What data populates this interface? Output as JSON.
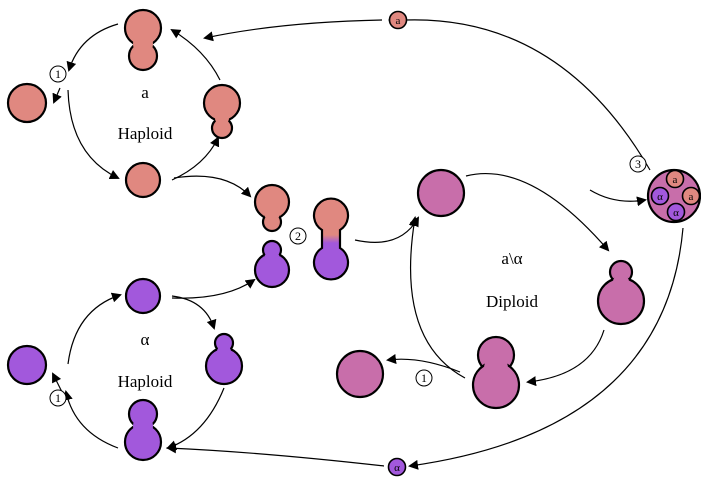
{
  "colors": {
    "haploid_a": "#E08880",
    "haploid_alpha": "#A258DC",
    "diploid": "#C86EAA",
    "outline": "#000000",
    "background": "#FFFFFF"
  },
  "labels": {
    "a_mating_type": "a",
    "a_phase": "Haploid",
    "alpha_mating_type": "α",
    "alpha_phase": "Haploid",
    "diploid_mating_type": "a\\α",
    "diploid_phase": "Diploid"
  },
  "steps": {
    "budding": "1",
    "mating": "2",
    "meiosis": "3"
  },
  "spores": {
    "a": "a",
    "alpha": "α",
    "tetrad": [
      "a",
      "α",
      "a",
      "α"
    ]
  }
}
